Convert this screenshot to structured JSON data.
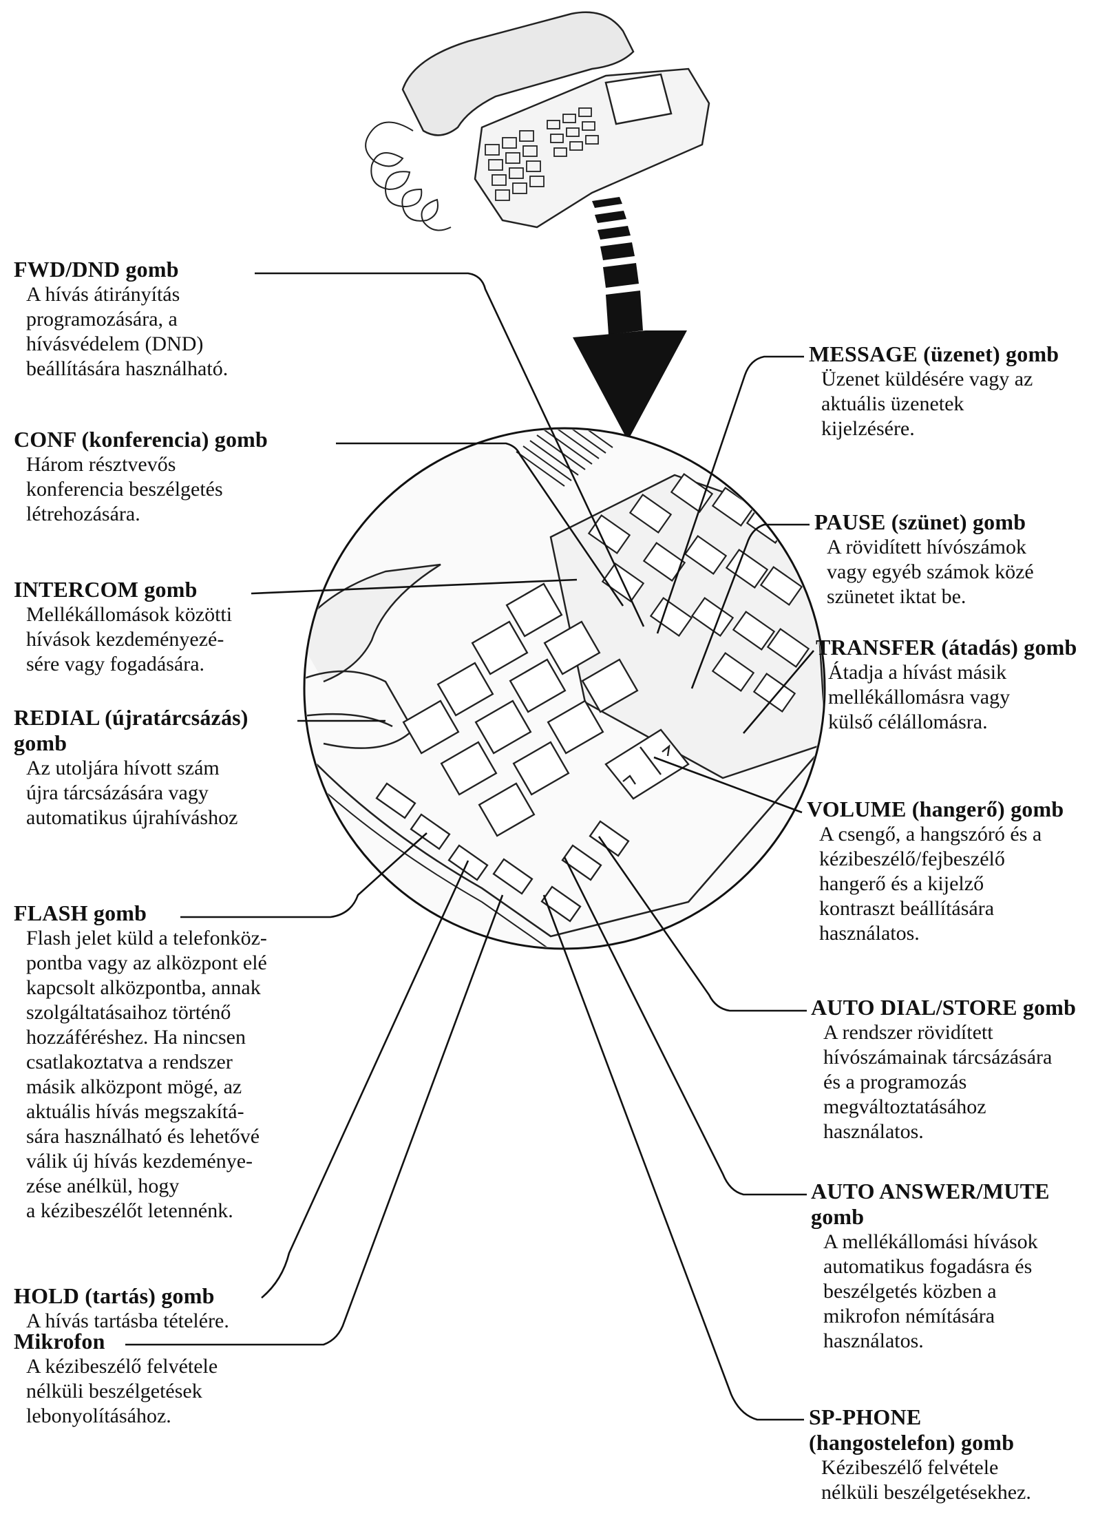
{
  "labels": {
    "fwd_dnd": {
      "title": "FWD/DND gomb",
      "lines": [
        "A hívás átirányítás",
        "programozására, a",
        "hívásvédelem (DND)",
        "beállítására használható."
      ]
    },
    "conf": {
      "title": "CONF (konferencia) gomb",
      "lines": [
        "Három résztvevős",
        "konferencia beszélgetés",
        "létrehozására."
      ]
    },
    "intercom": {
      "title": "INTERCOM gomb",
      "lines": [
        "Mellékállomások közötti",
        "hívások kezdeményezé-",
        "sére vagy fogadására."
      ]
    },
    "redial": {
      "title_line1": "REDIAL (újratárcsázás)",
      "title_line2": "gomb",
      "lines": [
        "Az utoljára hívott szám",
        "újra tárcsázására vagy",
        "automatikus újrahíváshoz"
      ]
    },
    "flash": {
      "title": "FLASH gomb",
      "lines": [
        "Flash jelet küld a telefonköz-",
        "pontba vagy az alközpont elé",
        "kapcsolt alközpontba, annak",
        "szolgáltatásaihoz történő",
        "hozzáféréshez. Ha nincsen",
        "csatlakoztatva a rendszer",
        "másik alközpont mögé, az",
        "aktuális hívás megszakítá-",
        "sára használható és lehetővé",
        "válik új hívás kezdeményе-",
        "zése anélkül, hogy",
        "a kézibeszélőt letennénk."
      ]
    },
    "hold": {
      "title": "HOLD (tartás) gomb",
      "lines": [
        "A hívás tartásba tételére."
      ]
    },
    "mikrofon": {
      "title": "Mikrofon",
      "lines": [
        "A kézibeszélő felvétele",
        "nélküli beszélgetések",
        "lebonyolításához."
      ]
    },
    "message": {
      "title": "MESSAGE (üzenet) gomb",
      "lines": [
        "Üzenet küldésére vagy az",
        "aktuális üzenetek",
        "kijelzésére."
      ]
    },
    "pause": {
      "title": "PAUSE (szünet) gomb",
      "lines": [
        "A rövidített hívószámok",
        "vagy egyéb számok közé",
        "szünetet iktat be."
      ]
    },
    "transfer": {
      "title": "TRANSFER (átadás) gomb",
      "lines": [
        "Átadja a hívást másik",
        "mellékállomásra vagy",
        "külső célállomásra."
      ]
    },
    "volume": {
      "title": "VOLUME (hangerő) gomb",
      "lines": [
        "A csengő, a hangszóró és a",
        "kézibeszélő/fejbeszélő",
        "hangerő és a kijelző",
        "kontraszt beállítására",
        "használatos."
      ]
    },
    "auto_dial": {
      "title": "AUTO DIAL/STORE gomb",
      "lines": [
        "A rendszer rövidített",
        "hívószámainak tárcsázására",
        "és a programozás",
        "megváltoztatásához",
        "használatos."
      ]
    },
    "auto_answer": {
      "title_line1": "AUTO ANSWER/MUTE",
      "title_line2": "gomb",
      "lines": [
        "A mellékállomási hívások",
        "automatikus fogadásra és",
        "beszélgetés közben a",
        "mikrofon némítására",
        "használatos."
      ]
    },
    "sp_phone": {
      "title_line1": "SP-PHONE",
      "title_line2": "(hangostelefon) gomb",
      "lines": [
        "Kézibeszélő felvétele",
        "nélküli beszélgetésekhez."
      ]
    }
  }
}
